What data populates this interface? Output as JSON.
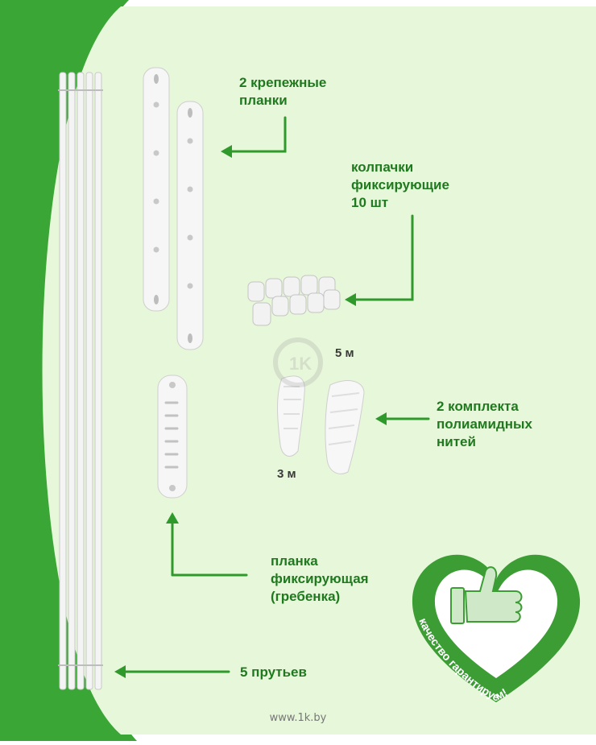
{
  "labels": {
    "mounting_bars": "2 крепежные\nпланки",
    "caps": "колпачки\nфиксирующие\n10 шт",
    "length_5": "5 м",
    "length_3": "3 м",
    "threads": "2 комплекта\nполиамидных\nнитей",
    "comb_bar": "планка\nфиксирующая\n(гребенка)",
    "rods": "5 прутьев"
  },
  "badge": {
    "text": "качество гарантируем!",
    "icon": "thumbs-up-icon"
  },
  "watermark": "1K",
  "footer": "www.1k.by",
  "colors": {
    "frame_green": "#3aa635",
    "panel_bg": "#e7f7d9",
    "arrow_green": "#2f9a2b",
    "label_green": "#1f7a1f",
    "heart_green": "#3c9d35"
  }
}
